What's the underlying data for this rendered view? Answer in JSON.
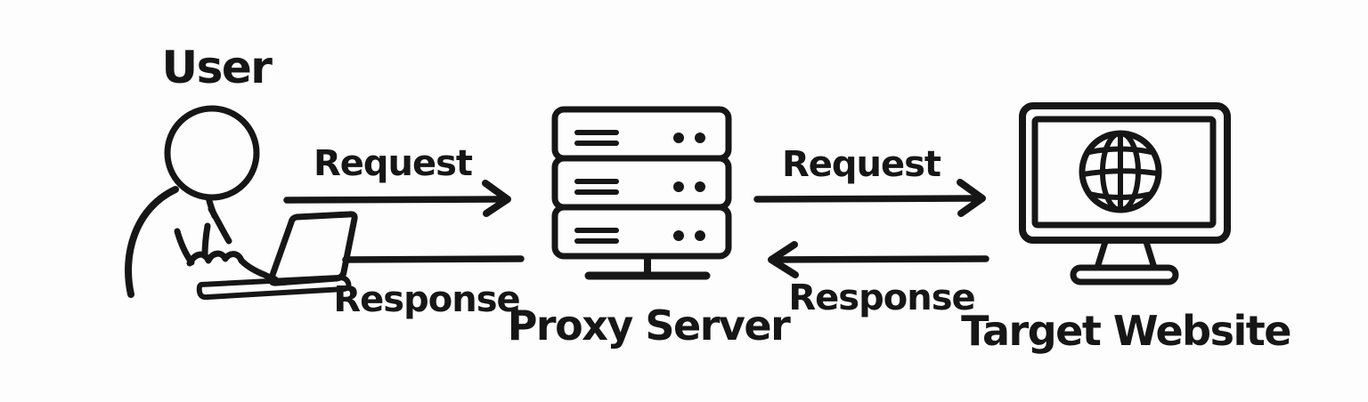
{
  "diagram": {
    "background_color": "#fdfdfd",
    "ink_color": "#161616",
    "style": "hand-drawn black line art on white",
    "nodes": [
      {
        "id": "user",
        "label": "User",
        "icon": "person-at-laptop-icon"
      },
      {
        "id": "proxy-server",
        "label": "Proxy Server",
        "icon": "server-rack-icon"
      },
      {
        "id": "target-website",
        "label": "Target Website",
        "icon": "monitor-globe-icon"
      }
    ],
    "edges": [
      {
        "from": "user",
        "to": "proxy-server",
        "label": "Request",
        "direction": "right"
      },
      {
        "from": "proxy-server",
        "to": "user",
        "label": "Response",
        "direction": "left"
      },
      {
        "from": "proxy-server",
        "to": "target-website",
        "label": "Request",
        "direction": "right"
      },
      {
        "from": "target-website",
        "to": "proxy-server",
        "label": "Response",
        "direction": "left"
      }
    ]
  }
}
